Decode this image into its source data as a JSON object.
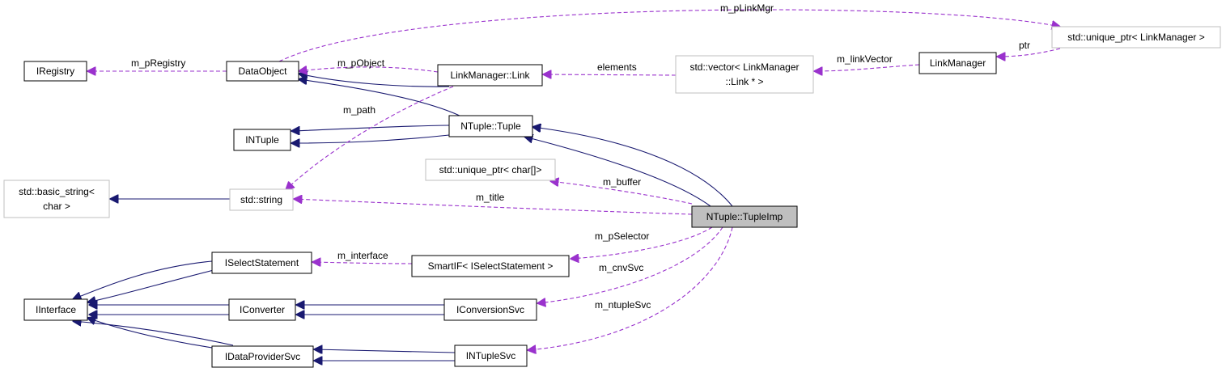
{
  "nodes": {
    "iregistry": "IRegistry",
    "dataobject": "DataObject",
    "link": "LinkManager::Link",
    "vector_line1": "std::vector< LinkManager",
    "vector_line2": "::Link * >",
    "linkmanager": "LinkManager",
    "unique_linkmgr": "std::unique_ptr< LinkManager >",
    "intuple": "INTuple",
    "tuple": "NTuple::Tuple",
    "unique_char": "std::unique_ptr< char[]>",
    "basic_string_line1": "std::basic_string<",
    "basic_string_line2": "char >",
    "string": "std::string",
    "tupleimp": "NTuple::TupleImp",
    "iselect": "ISelectStatement",
    "smartif": "SmartIF< ISelectStatement >",
    "iinterface": "IInterface",
    "iconverter": "IConverter",
    "iconversionsvc": "IConversionSvc",
    "idataprovider": "IDataProviderSvc",
    "intuplesvc": "INTupleSvc"
  },
  "edges": {
    "m_pLinkMgr": "m_pLinkMgr",
    "m_pRegistry": "m_pRegistry",
    "m_pObject": "m_pObject",
    "elements": "elements",
    "m_linkVector": "m_linkVector",
    "ptr": "ptr",
    "m_path": "m_path",
    "m_buffer": "m_buffer",
    "m_title": "m_title",
    "m_pSelector": "m_pSelector",
    "m_interface": "m_interface",
    "m_cnvSvc": "m_cnvSvc",
    "m_ntupleSvc": "m_ntupleSvc"
  },
  "colors": {
    "inheritance": "#191970",
    "usage": "#9a32cd",
    "focus_fill": "#bfbfbf",
    "external_border": "#bfbfbf"
  }
}
